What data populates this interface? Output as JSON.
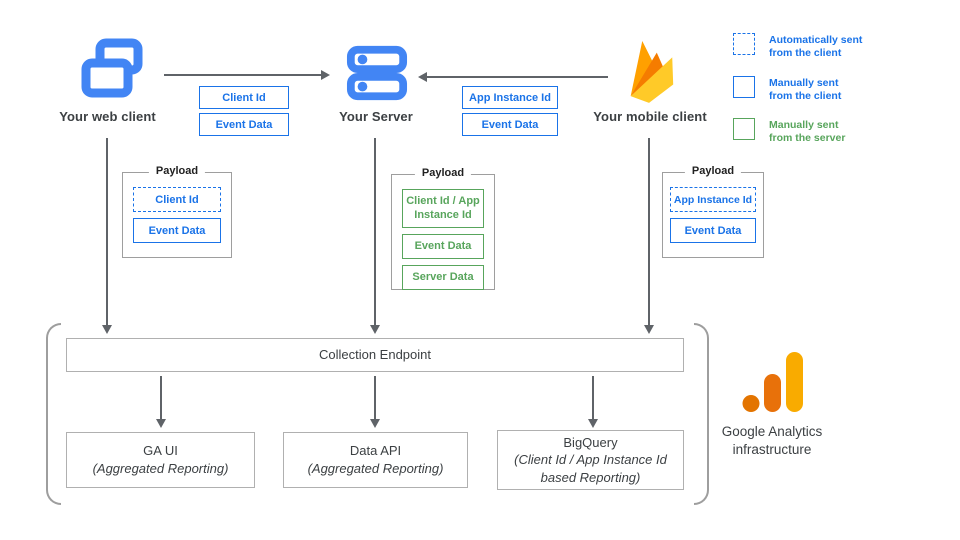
{
  "nodes": {
    "web_client": "Your web client",
    "server": "Your Server",
    "mobile_client": "Your mobile client"
  },
  "flow_tags": {
    "web_to_server": [
      "Client Id",
      "Event Data"
    ],
    "mobile_to_server": [
      "App Instance Id",
      "Event Data"
    ]
  },
  "legend": [
    {
      "style": "dashed-blue",
      "label": "Automatically sent\nfrom the client"
    },
    {
      "style": "solid-blue",
      "label": "Manually sent\nfrom the client"
    },
    {
      "style": "solid-green",
      "label": "Manually sent\nfrom the server"
    }
  ],
  "payloads": [
    {
      "title": "Payload",
      "items": [
        {
          "label": "Client Id",
          "style": "dashed-blue"
        },
        {
          "label": "Event Data",
          "style": "solid-blue"
        }
      ]
    },
    {
      "title": "Payload",
      "items": [
        {
          "label": "Client Id / App Instance Id",
          "style": "solid-green"
        },
        {
          "label": "Event Data",
          "style": "solid-green"
        },
        {
          "label": "Server Data",
          "style": "solid-green"
        }
      ]
    },
    {
      "title": "Payload",
      "items": [
        {
          "label": "App Instance Id",
          "style": "dashed-blue"
        },
        {
          "label": "Event Data",
          "style": "solid-blue"
        }
      ]
    }
  ],
  "infra": {
    "collection_endpoint": "Collection Endpoint",
    "outputs": [
      {
        "title": "GA UI",
        "subtitle": "(Aggregated Reporting)"
      },
      {
        "title": "Data API",
        "subtitle": "(Aggregated Reporting)"
      },
      {
        "title": "BigQuery",
        "subtitle": "(Client Id / App Instance Id\nbased Reporting)"
      }
    ],
    "label": "Google Analytics\ninfrastructure"
  },
  "colors": {
    "icon_blue": "#4285F4",
    "tag_blue": "#1A73E8",
    "tag_green": "#58A55C",
    "arrow_gray": "#5F6368",
    "ga_amber": "#F9AB00",
    "ga_orange": "#E8710A",
    "ga_dark_orange": "#E37400",
    "firebase_yellow": "#FFCA28",
    "firebase_orange": "#F57C00",
    "firebase_amber": "#FFA000"
  }
}
